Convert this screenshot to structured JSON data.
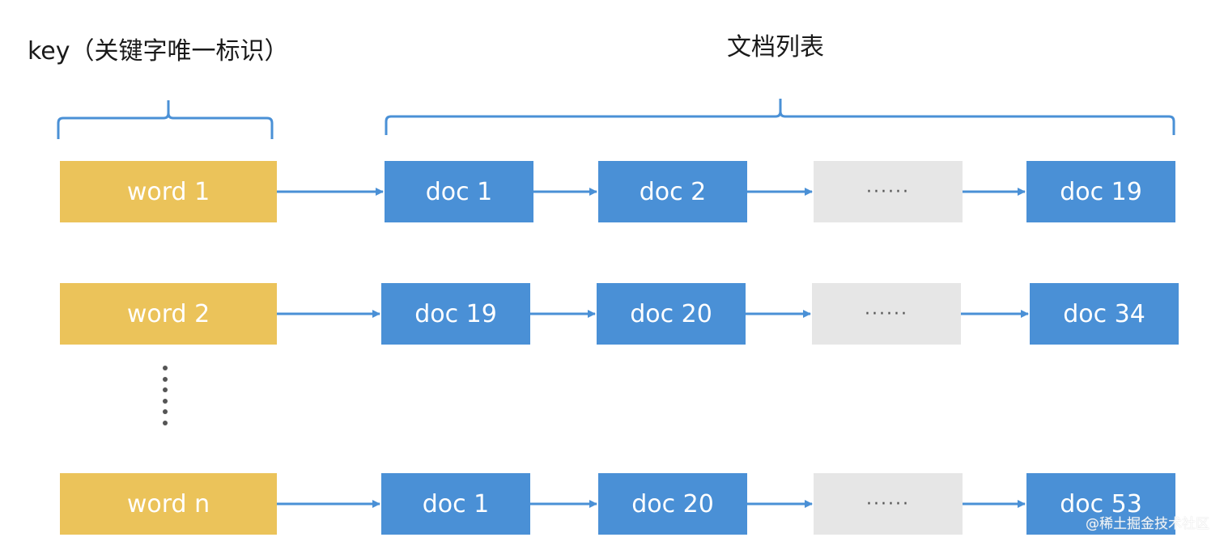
{
  "labels": {
    "key": "key（关键字唯一标识）",
    "doc_list": "文档列表"
  },
  "rows": [
    {
      "word": "word 1",
      "docs": [
        "doc 1",
        "doc 2",
        "······",
        "doc 19"
      ]
    },
    {
      "word": "word 2",
      "docs": [
        "doc 19",
        "doc 20",
        "······",
        "doc 34"
      ]
    },
    {
      "word": "word n",
      "docs": [
        "doc 1",
        "doc 20",
        "······",
        "doc 53"
      ]
    }
  ],
  "watermark": "@稀土掘金技术社区",
  "colors": {
    "word_box": "#ebc35a",
    "doc_box": "#4a90d6",
    "ellipsis_box": "#e6e6e6",
    "arrow": "#4a90d6",
    "brace": "#4a90d6"
  }
}
